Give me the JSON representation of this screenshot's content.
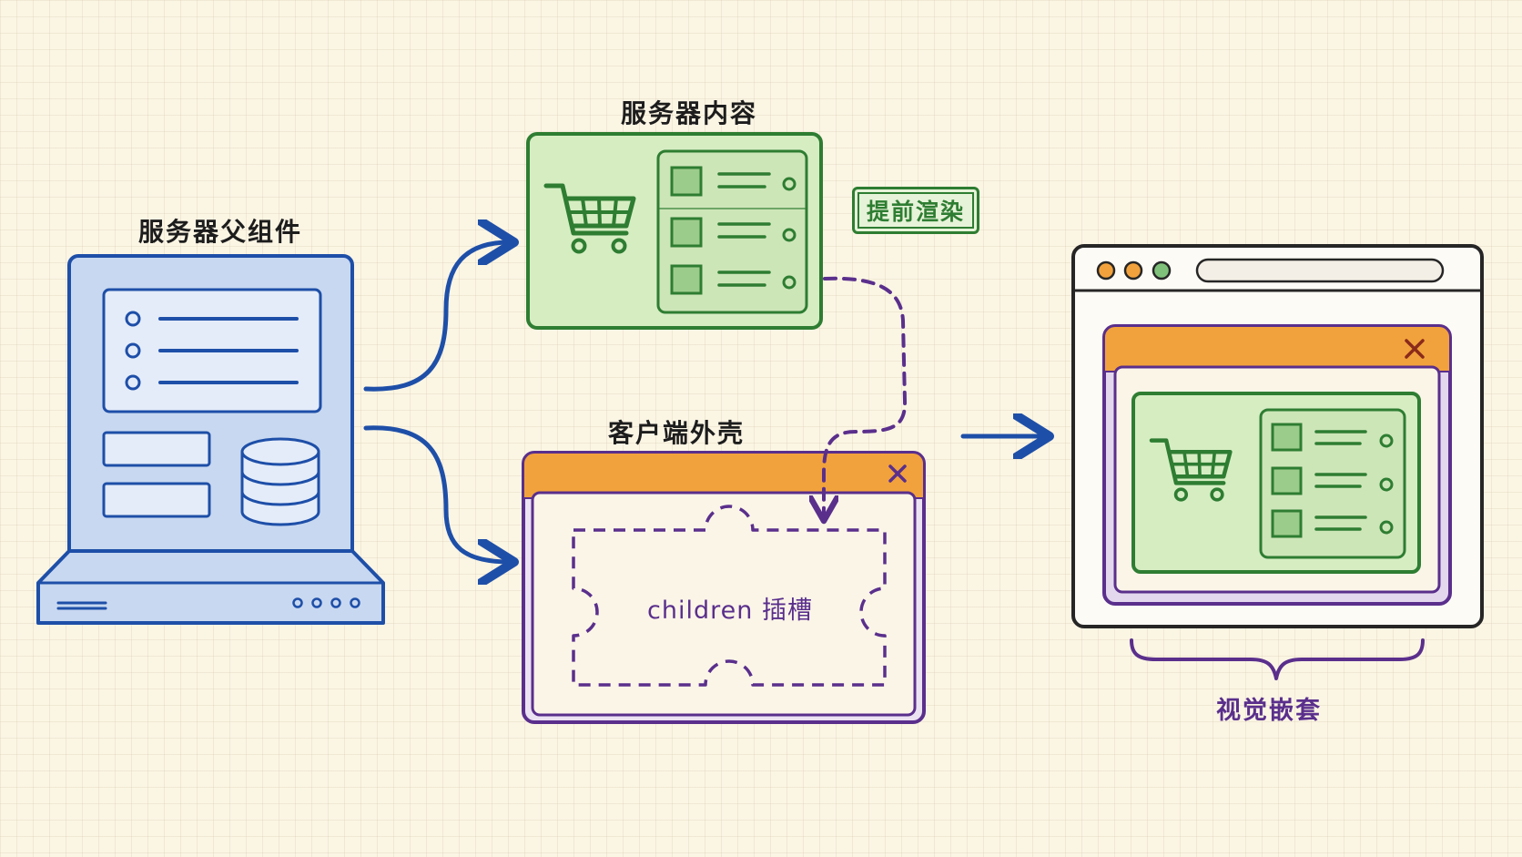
{
  "labels": {
    "server_parent": "服务器父组件",
    "server_content": "服务器内容",
    "client_shell": "客户端外壳",
    "prerender": "提前渲染",
    "children_slot": "children 插槽",
    "visual_nesting": "视觉嵌套"
  },
  "colors": {
    "blue": "#1e4fa8",
    "green": "#2e7d32",
    "purple": "#5a2f8c",
    "orange": "#f2a23c",
    "background": "#fbf5e4"
  },
  "icons": [
    "database-icon",
    "shopping-cart-icon",
    "close-icon",
    "arrow-right-icon",
    "browser-window-icon",
    "brace-icon"
  ]
}
